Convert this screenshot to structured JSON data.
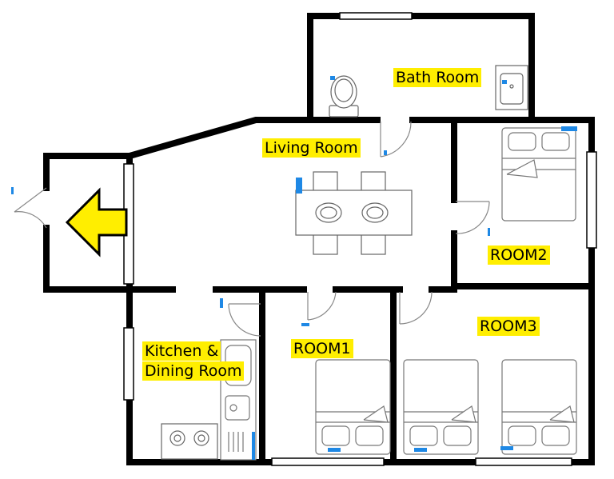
{
  "rooms": {
    "bath_room": "Bath Room",
    "living_room": "Living Room",
    "room2": "ROOM2",
    "room1": "ROOM1",
    "room3": "ROOM3",
    "kitchen_line1": "Kitchen &",
    "kitchen_line2": "Dining Room"
  },
  "colors": {
    "wall": "#000000",
    "label_highlight": "#ffee00",
    "arrow_fill": "#ffee00",
    "marker": "#1e88e5",
    "fixture_stroke": "#888888"
  },
  "icons": [
    "entrance-arrow-icon",
    "toilet-icon",
    "sink-icon",
    "bed-icon",
    "dining-table-icon",
    "stove-icon",
    "door-swing-icon",
    "window-icon"
  ]
}
